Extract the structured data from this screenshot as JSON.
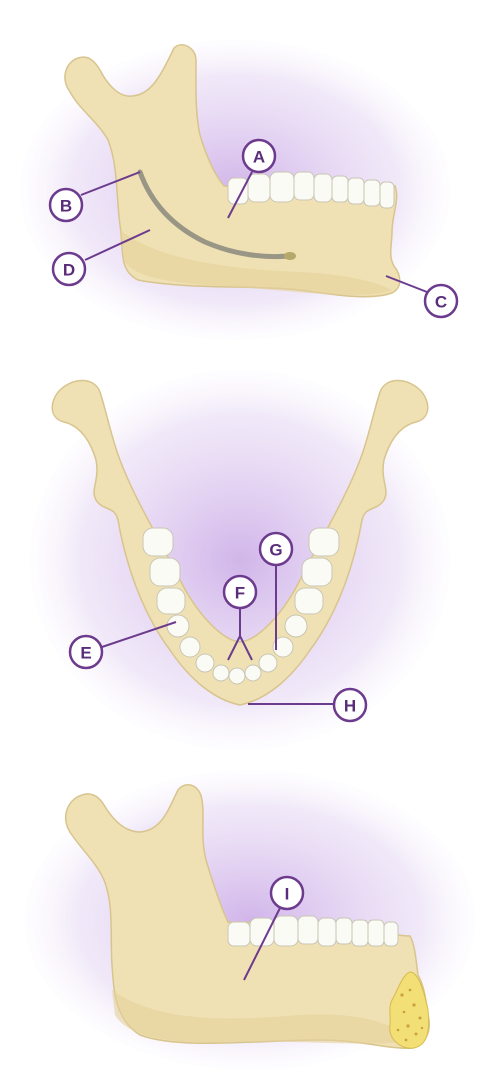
{
  "labels": {
    "A": "A",
    "B": "B",
    "C": "C",
    "D": "D",
    "E": "E",
    "F": "F",
    "G": "G",
    "H": "H",
    "I": "I"
  },
  "colors": {
    "bone": "#efe1b4",
    "glow": "#c9a8e6",
    "label_outline": "#6d3b8e",
    "teeth": "#fbfbf6",
    "marrow": "#f2df76"
  }
}
